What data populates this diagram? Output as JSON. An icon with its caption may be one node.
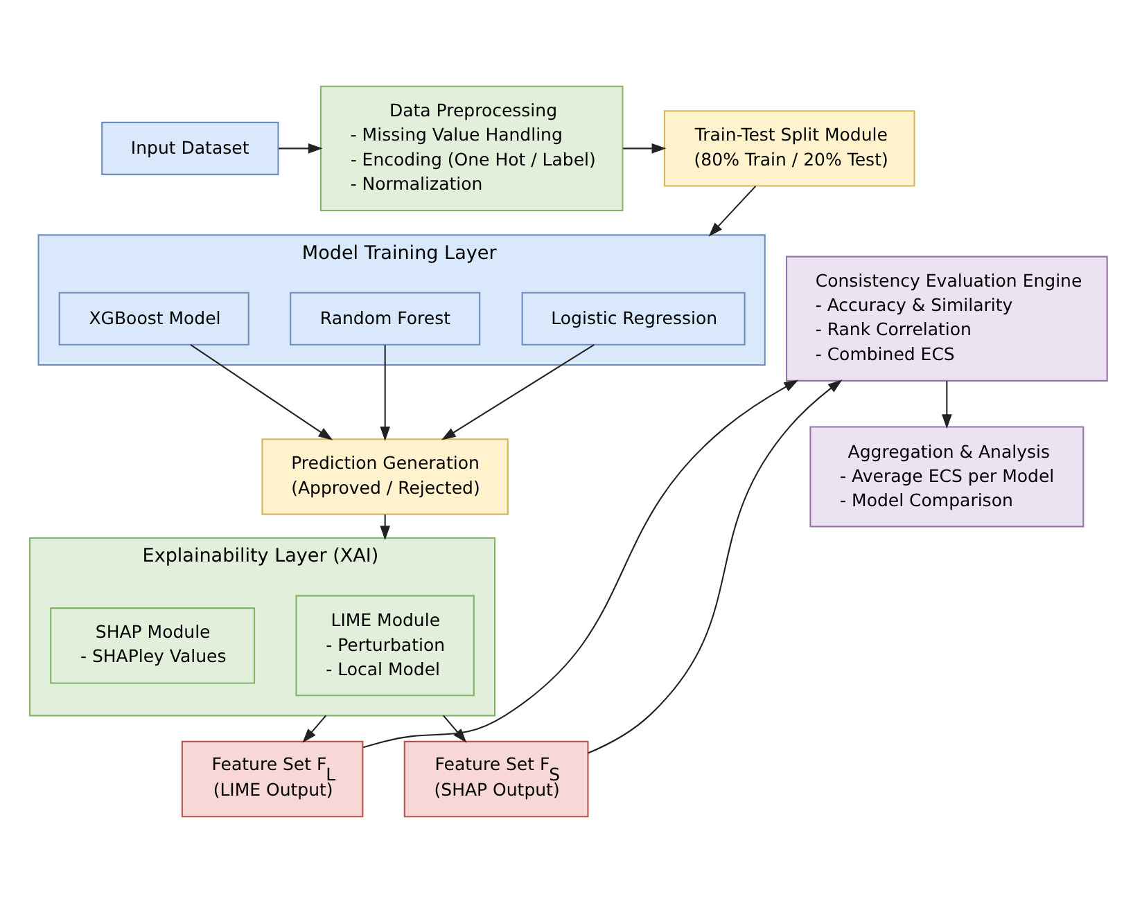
{
  "diagram": {
    "nodes": [
      {
        "text": [
          "Input Dataset"
        ]
      },
      {
        "text": [
          "Data Preprocessing",
          "- Missing Value Handling",
          "- Encoding (One Hot / Label)",
          "- Normalization"
        ]
      },
      {
        "text": [
          "Train-Test Split Module",
          "(80% Train / 20% Test)"
        ]
      },
      {
        "text": [
          "Model Training Layer"
        ]
      },
      {
        "text": [
          "Logistic Regression"
        ],
        "in": 3
      },
      {
        "text": [
          "Random Forest"
        ],
        "in": 3
      },
      {
        "text": [
          "XGBoost Model"
        ],
        "in": 3
      },
      {
        "text": [
          "Prediction Generation",
          "(Approved / Rejected)"
        ]
      },
      {
        "text": [
          "Explainability Layer (XAI)"
        ]
      },
      {
        "text": [
          "LIME Module",
          "- Perturbation",
          "- Local Model"
        ],
        "in": 8
      },
      {
        "text": [
          "SHAP Module",
          "- SHAPley Values"
        ],
        "in": 8
      },
      {
        "text": [
          "Feature Set F$_{L}$",
          "(LIME Output)"
        ]
      },
      {
        "text": [
          "Feature Set F$_{S}$",
          "(SHAP Output)"
        ]
      },
      {
        "text": [
          "Consistency Evaluation Engine",
          "- Accuracy & Similarity",
          "- Rank Correlation",
          "- Combined ECS"
        ]
      },
      {
        "text": [
          "Aggregation & Analysis",
          "- Average ECS per Model",
          "- Model Comparison"
        ]
      }
    ],
    "edges": [
      {
        "from": 0,
        "to": 1,
        "arrow": "to"
      },
      {
        "from": 1,
        "to": 2,
        "arrow": "to"
      },
      {
        "from": 2,
        "to": 3,
        "arrow": "to"
      },
      {
        "from": 4,
        "to": 7,
        "arrow": "to"
      },
      {
        "from": 5,
        "to": 7,
        "arrow": "to"
      },
      {
        "from": 6,
        "to": 7,
        "arrow": "to"
      },
      {
        "from": 7,
        "to": 8,
        "arrow": "to"
      },
      {
        "from": 8,
        "to": 11,
        "arrow": "to"
      },
      {
        "from": 8,
        "to": 12,
        "arrow": "to"
      },
      {
        "from": 11,
        "to": 13,
        "arrow": "to"
      },
      {
        "from": 12,
        "to": 13,
        "arrow": "to"
      },
      {
        "from": 13,
        "to": 14,
        "arrow": "to"
      }
    ]
  }
}
